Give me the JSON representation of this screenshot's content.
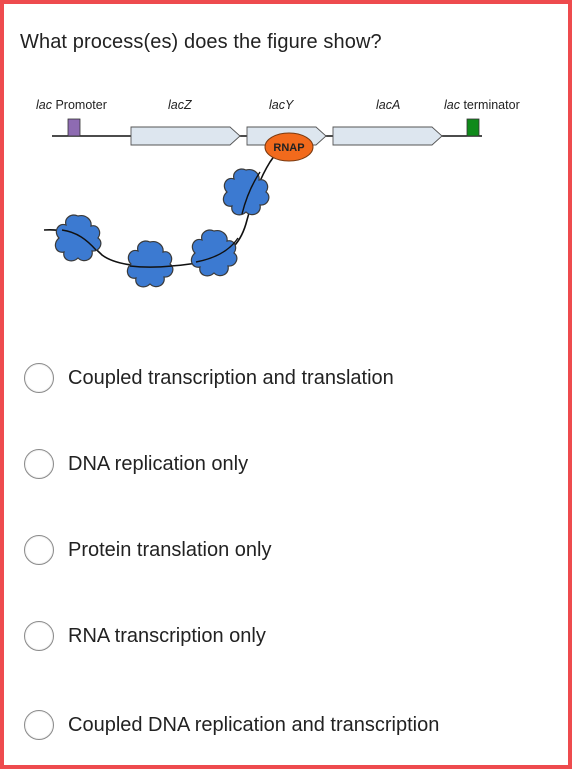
{
  "question": {
    "text": "What process(es) does the figure show?"
  },
  "figure": {
    "labels": {
      "promoter_italic": "lac",
      "promoter_rest": " Promoter",
      "lacz": "lacZ",
      "lacy": "lacY",
      "laca": "lacA",
      "terminator_italic": "lac",
      "terminator_rest": " terminator",
      "rnap": "RNAP"
    },
    "colors": {
      "promoter": "#8e6bb2",
      "terminator": "#0f8a1a",
      "gene_fill": "#dde6ef",
      "rnap_fill": "#f26a1c",
      "ribosome_fill": "#3c7ad1",
      "dna_line": "#111111"
    }
  },
  "options": [
    {
      "label": "Coupled transcription and translation"
    },
    {
      "label": "DNA replication only"
    },
    {
      "label": "Protein translation only"
    },
    {
      "label": "RNA transcription only"
    },
    {
      "label": "Coupled DNA replication and transcription"
    }
  ]
}
